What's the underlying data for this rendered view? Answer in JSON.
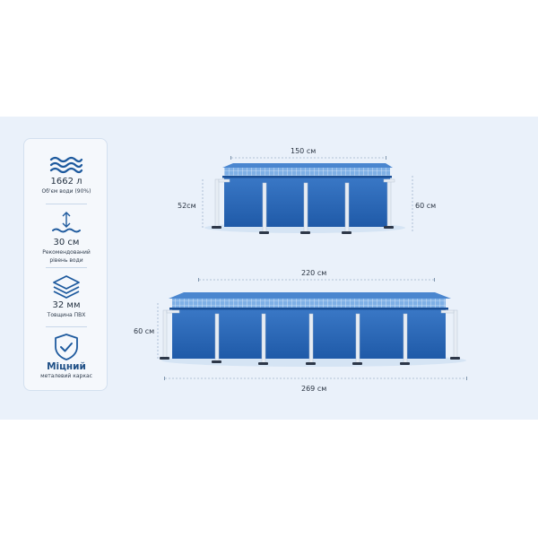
{
  "colors": {
    "accent": "#1e5a9e",
    "pool_wall": "#2a67b8",
    "panel_bg": "#f5f8fc",
    "banner_bg": "#eaf1fa"
  },
  "specs": [
    {
      "icon": "water-waves-icon",
      "value": "1662 л",
      "label": "Об'єм води (90%)"
    },
    {
      "icon": "water-level-icon",
      "value": "30 см",
      "label_line1": "Рекомендований",
      "label_line2": "рівень води"
    },
    {
      "icon": "layers-icon",
      "value": "32 мм",
      "label": "Товщина ПВХ"
    },
    {
      "icon": "shield-check-icon",
      "value": "Міцний",
      "label": "металевий каркас"
    }
  ],
  "small_pool": {
    "width": "150 см",
    "depth_side": "52см",
    "height": "60 см"
  },
  "large_pool": {
    "width": "220 см",
    "height": "60 см",
    "total_length": "269 см"
  }
}
